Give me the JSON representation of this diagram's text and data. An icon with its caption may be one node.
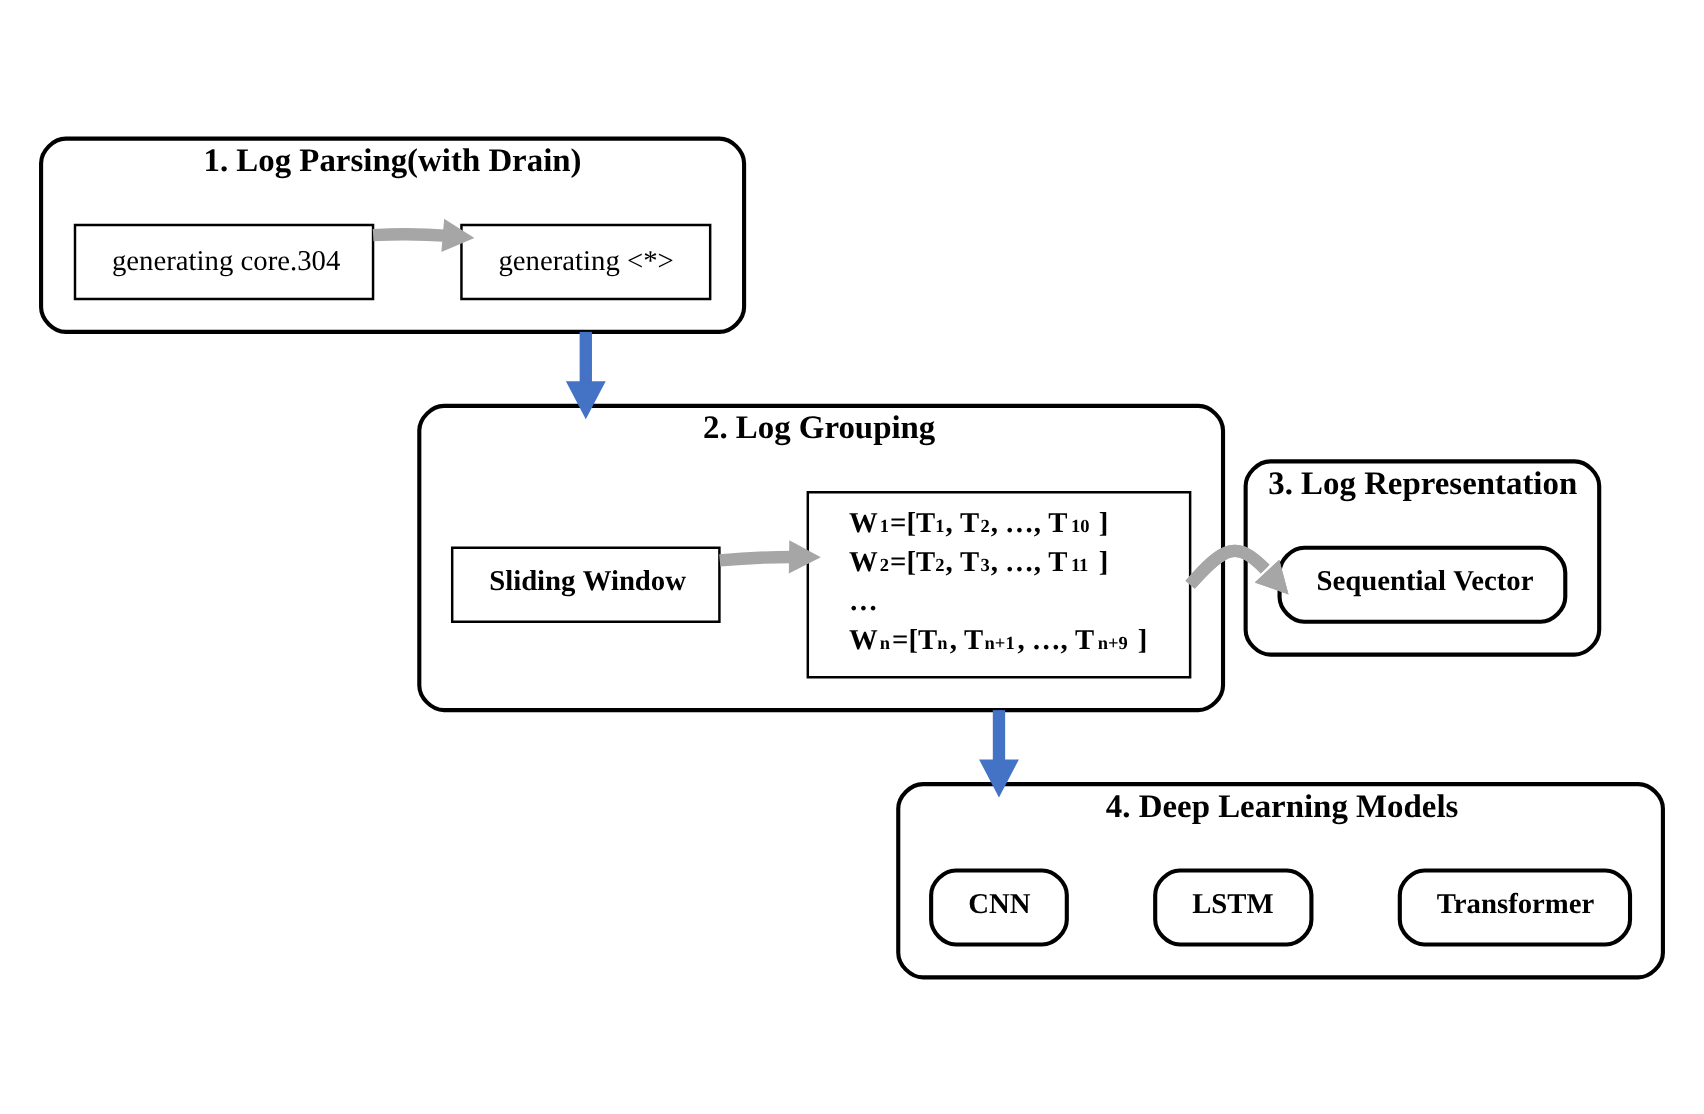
{
  "diagram": {
    "nodes": [
      {
        "text": [
          "1. Log Parsing(with Drain)"
        ]
      },
      {
        "text": [
          "generating core.304"
        ],
        "in": 0
      },
      {
        "text": [
          "generating <*>"
        ],
        "in": 0
      },
      {
        "text": [
          "2. Log Grouping"
        ]
      },
      {
        "text": [
          "Sliding Window"
        ],
        "in": 3
      },
      {
        "text": [
          "W$_{1}$=[T$_{1}$, T$_{2}$, …, T$_{10}$ ]",
          "W$_{2}$=[T$_{2}$, T$_{3}$, …, T$_{11}$ ]",
          "…",
          "W$_{n}$=[T$_{n}$, T$_{n+1}$, …, T$_{n+9}$ ]"
        ],
        "in": 3
      },
      {
        "text": [
          "3. Log Representation"
        ]
      },
      {
        "text": [
          "Sequential Vector"
        ],
        "in": 6
      },
      {
        "text": [
          "4. Deep Learning Models"
        ]
      },
      {
        "text": [
          "CNN"
        ],
        "in": 8
      },
      {
        "text": [
          "LSTM"
        ],
        "in": 8
      },
      {
        "text": [
          "Transformer"
        ],
        "in": 8
      }
    ],
    "edges": [
      {
        "from": 1,
        "to": 2,
        "arrow": "to"
      },
      {
        "from": 0,
        "to": 3,
        "arrow": "to",
        "color": "#4472c4"
      },
      {
        "from": 4,
        "to": 5,
        "arrow": "to"
      },
      {
        "from": 3,
        "to": 6,
        "arrow": "to"
      },
      {
        "from": 3,
        "to": 8,
        "arrow": "to",
        "color": "#4472c4"
      }
    ]
  }
}
